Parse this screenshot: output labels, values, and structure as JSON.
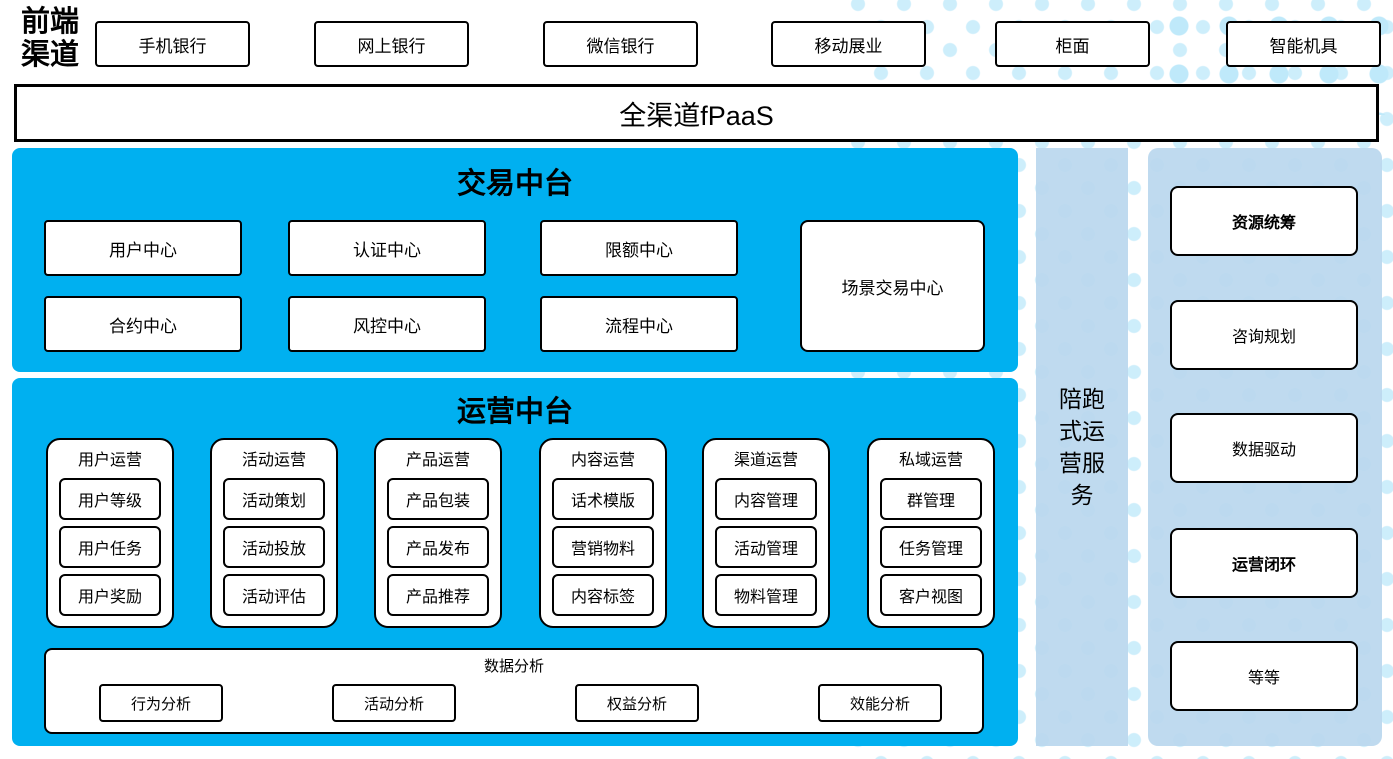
{
  "colors": {
    "primary_blue": "#00B0F0",
    "light_blue": "#BDD7EE",
    "dot_blue": "#CDEEFB"
  },
  "front_channels": {
    "label": "前端渠道",
    "items": [
      "手机银行",
      "网上银行",
      "微信银行",
      "移动展业",
      "柜面",
      "智能机具"
    ]
  },
  "fpaas": {
    "label": "全渠道fPaaS"
  },
  "transaction_platform": {
    "title": "交易中台",
    "row1": [
      "用户中心",
      "认证中心",
      "限额中心"
    ],
    "row2": [
      "合约中心",
      "风控中心",
      "流程中心"
    ],
    "tall_box": "场景交易中心"
  },
  "operation_platform": {
    "title": "运营中台",
    "columns": [
      {
        "header": "用户运营",
        "items": [
          "用户等级",
          "用户任务",
          "用户奖励"
        ]
      },
      {
        "header": "活动运营",
        "items": [
          "活动策划",
          "活动投放",
          "活动评估"
        ]
      },
      {
        "header": "产品运营",
        "items": [
          "产品包装",
          "产品发布",
          "产品推荐"
        ]
      },
      {
        "header": "内容运营",
        "items": [
          "话术模版",
          "营销物料",
          "内容标签"
        ]
      },
      {
        "header": "渠道运营",
        "items": [
          "内容管理",
          "活动管理",
          "物料管理"
        ]
      },
      {
        "header": "私域运营",
        "items": [
          "群管理",
          "任务管理",
          "客户视图"
        ]
      }
    ],
    "data_analysis": {
      "title": "数据分析",
      "items": [
        "行为分析",
        "活动分析",
        "权益分析",
        "效能分析"
      ]
    }
  },
  "side_strip": {
    "label": "陪跑式运营服务"
  },
  "right_panel": {
    "items": [
      {
        "label": "资源统筹",
        "bold": true
      },
      {
        "label": "咨询规划",
        "bold": false
      },
      {
        "label": "数据驱动",
        "bold": false
      },
      {
        "label": "运营闭环",
        "bold": true
      },
      {
        "label": "等等",
        "bold": false
      }
    ]
  }
}
